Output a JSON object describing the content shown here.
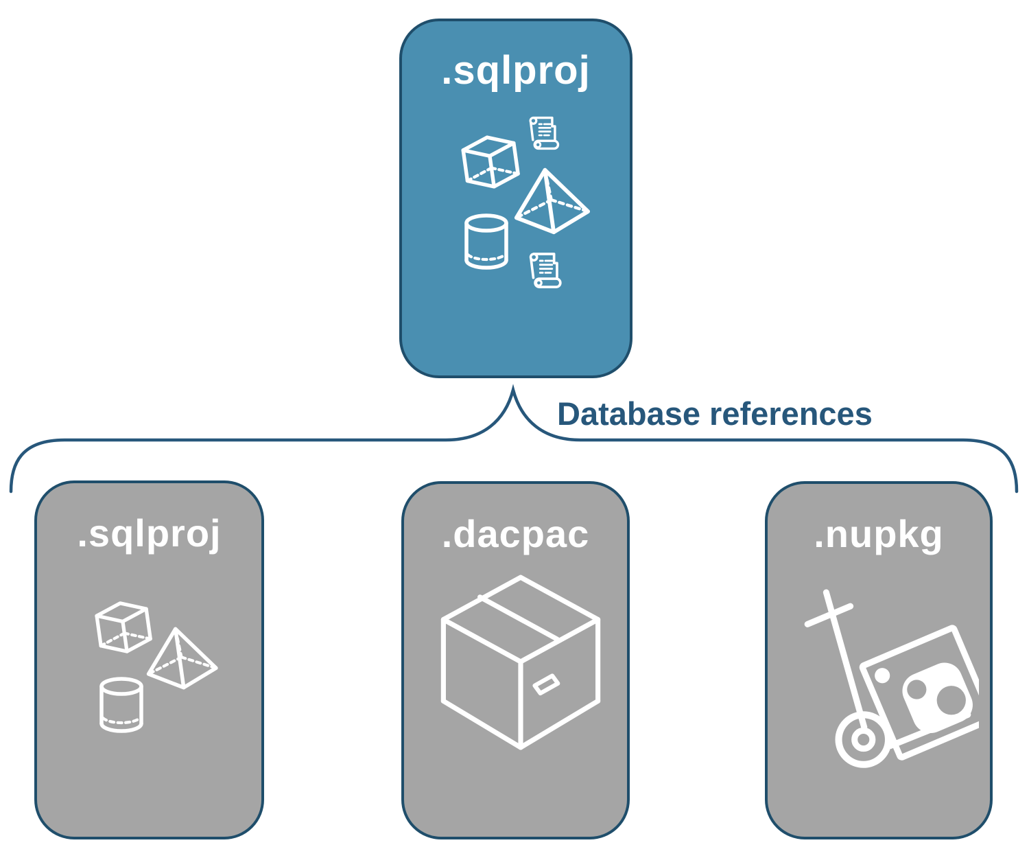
{
  "diagram": {
    "parent_card": {
      "label": ".sqlproj",
      "icons": [
        "scroll-icon",
        "cube-icon",
        "pyramid-icon",
        "cylinder-icon",
        "scroll-icon"
      ]
    },
    "connector": {
      "label": "Database references"
    },
    "child_cards": [
      {
        "label": ".sqlproj",
        "icons": [
          "cube-icon",
          "pyramid-icon",
          "cylinder-icon"
        ]
      },
      {
        "label": ".dacpac",
        "icons": [
          "package-box-icon"
        ]
      },
      {
        "label": ".nupkg",
        "icons": [
          "nuget-trolley-icon"
        ]
      }
    ],
    "colors": {
      "parent_fill": "#4A8FB1",
      "child_fill": "#A5A5A5",
      "border": "#1F4E6B",
      "line": "#27577B",
      "icon": "#FFFFFF"
    }
  }
}
